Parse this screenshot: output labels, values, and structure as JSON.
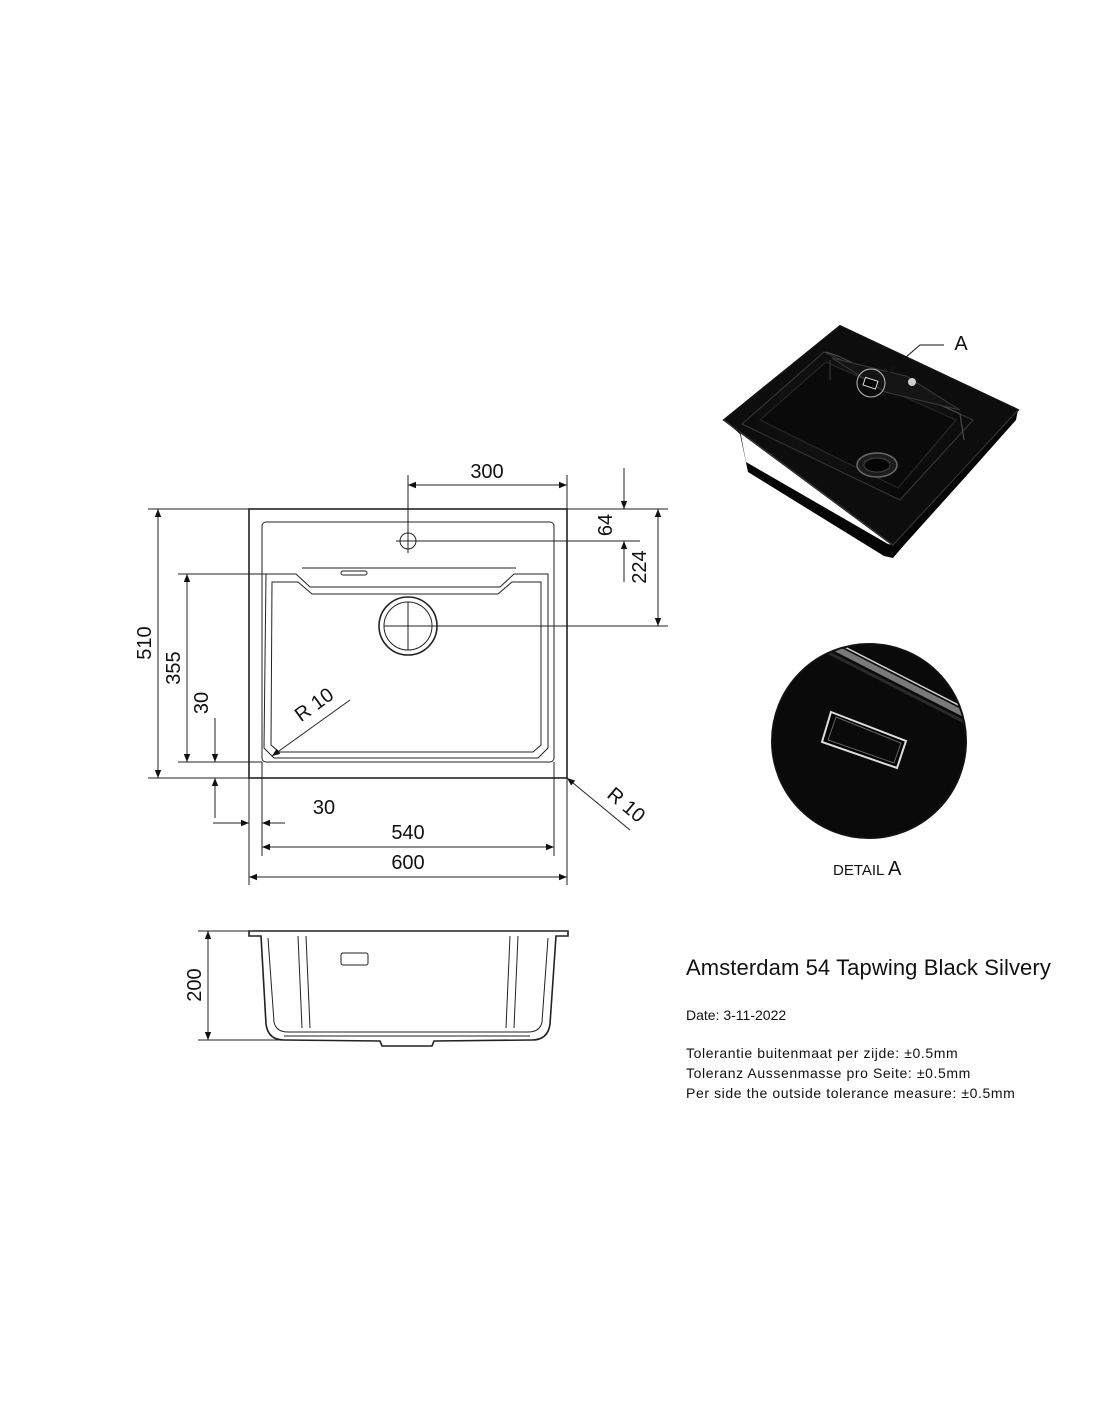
{
  "dimensions": {
    "top_300": "300",
    "right_64": "64",
    "right_224": "224",
    "left_510": "510",
    "left_355": "355",
    "left_30": "30",
    "radius_inner": "R 10",
    "radius_outer": "R 10",
    "bottom_30": "30",
    "bottom_540": "540",
    "bottom_600": "600",
    "side_200": "200"
  },
  "callouts": {
    "detail_marker": "A",
    "detail_caption": "DETAIL",
    "detail_letter": "A"
  },
  "product": {
    "title": "Amsterdam 54 Tapwing Black Silvery",
    "date": "Date: 3-11-2022",
    "tolerances": [
      "Tolerantie buitenmaat per zijde: ±0.5mm",
      "Toleranz Aussenmasse pro Seite: ±0.5mm",
      "Per side the outside tolerance measure: ±0.5mm"
    ]
  },
  "colors": {
    "line": "#222222",
    "sink_body": "#0b0b0b",
    "sink_highlight": "#5a5a5a"
  }
}
